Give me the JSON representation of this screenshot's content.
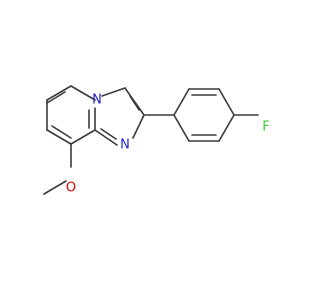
{
  "molecule": {
    "name": "",
    "atoms": {
      "ring_nitrogen": {
        "label": "N",
        "color": "#1f1fd0"
      },
      "imidazole_nitrogen": {
        "label": "N",
        "color": "#1f1fd0"
      },
      "fluorine": {
        "label": "F",
        "color": "#33cc33"
      },
      "methoxy_oxygen": {
        "label": "O",
        "color": "#e00000"
      }
    },
    "bond_color": "#3a3a3a"
  }
}
